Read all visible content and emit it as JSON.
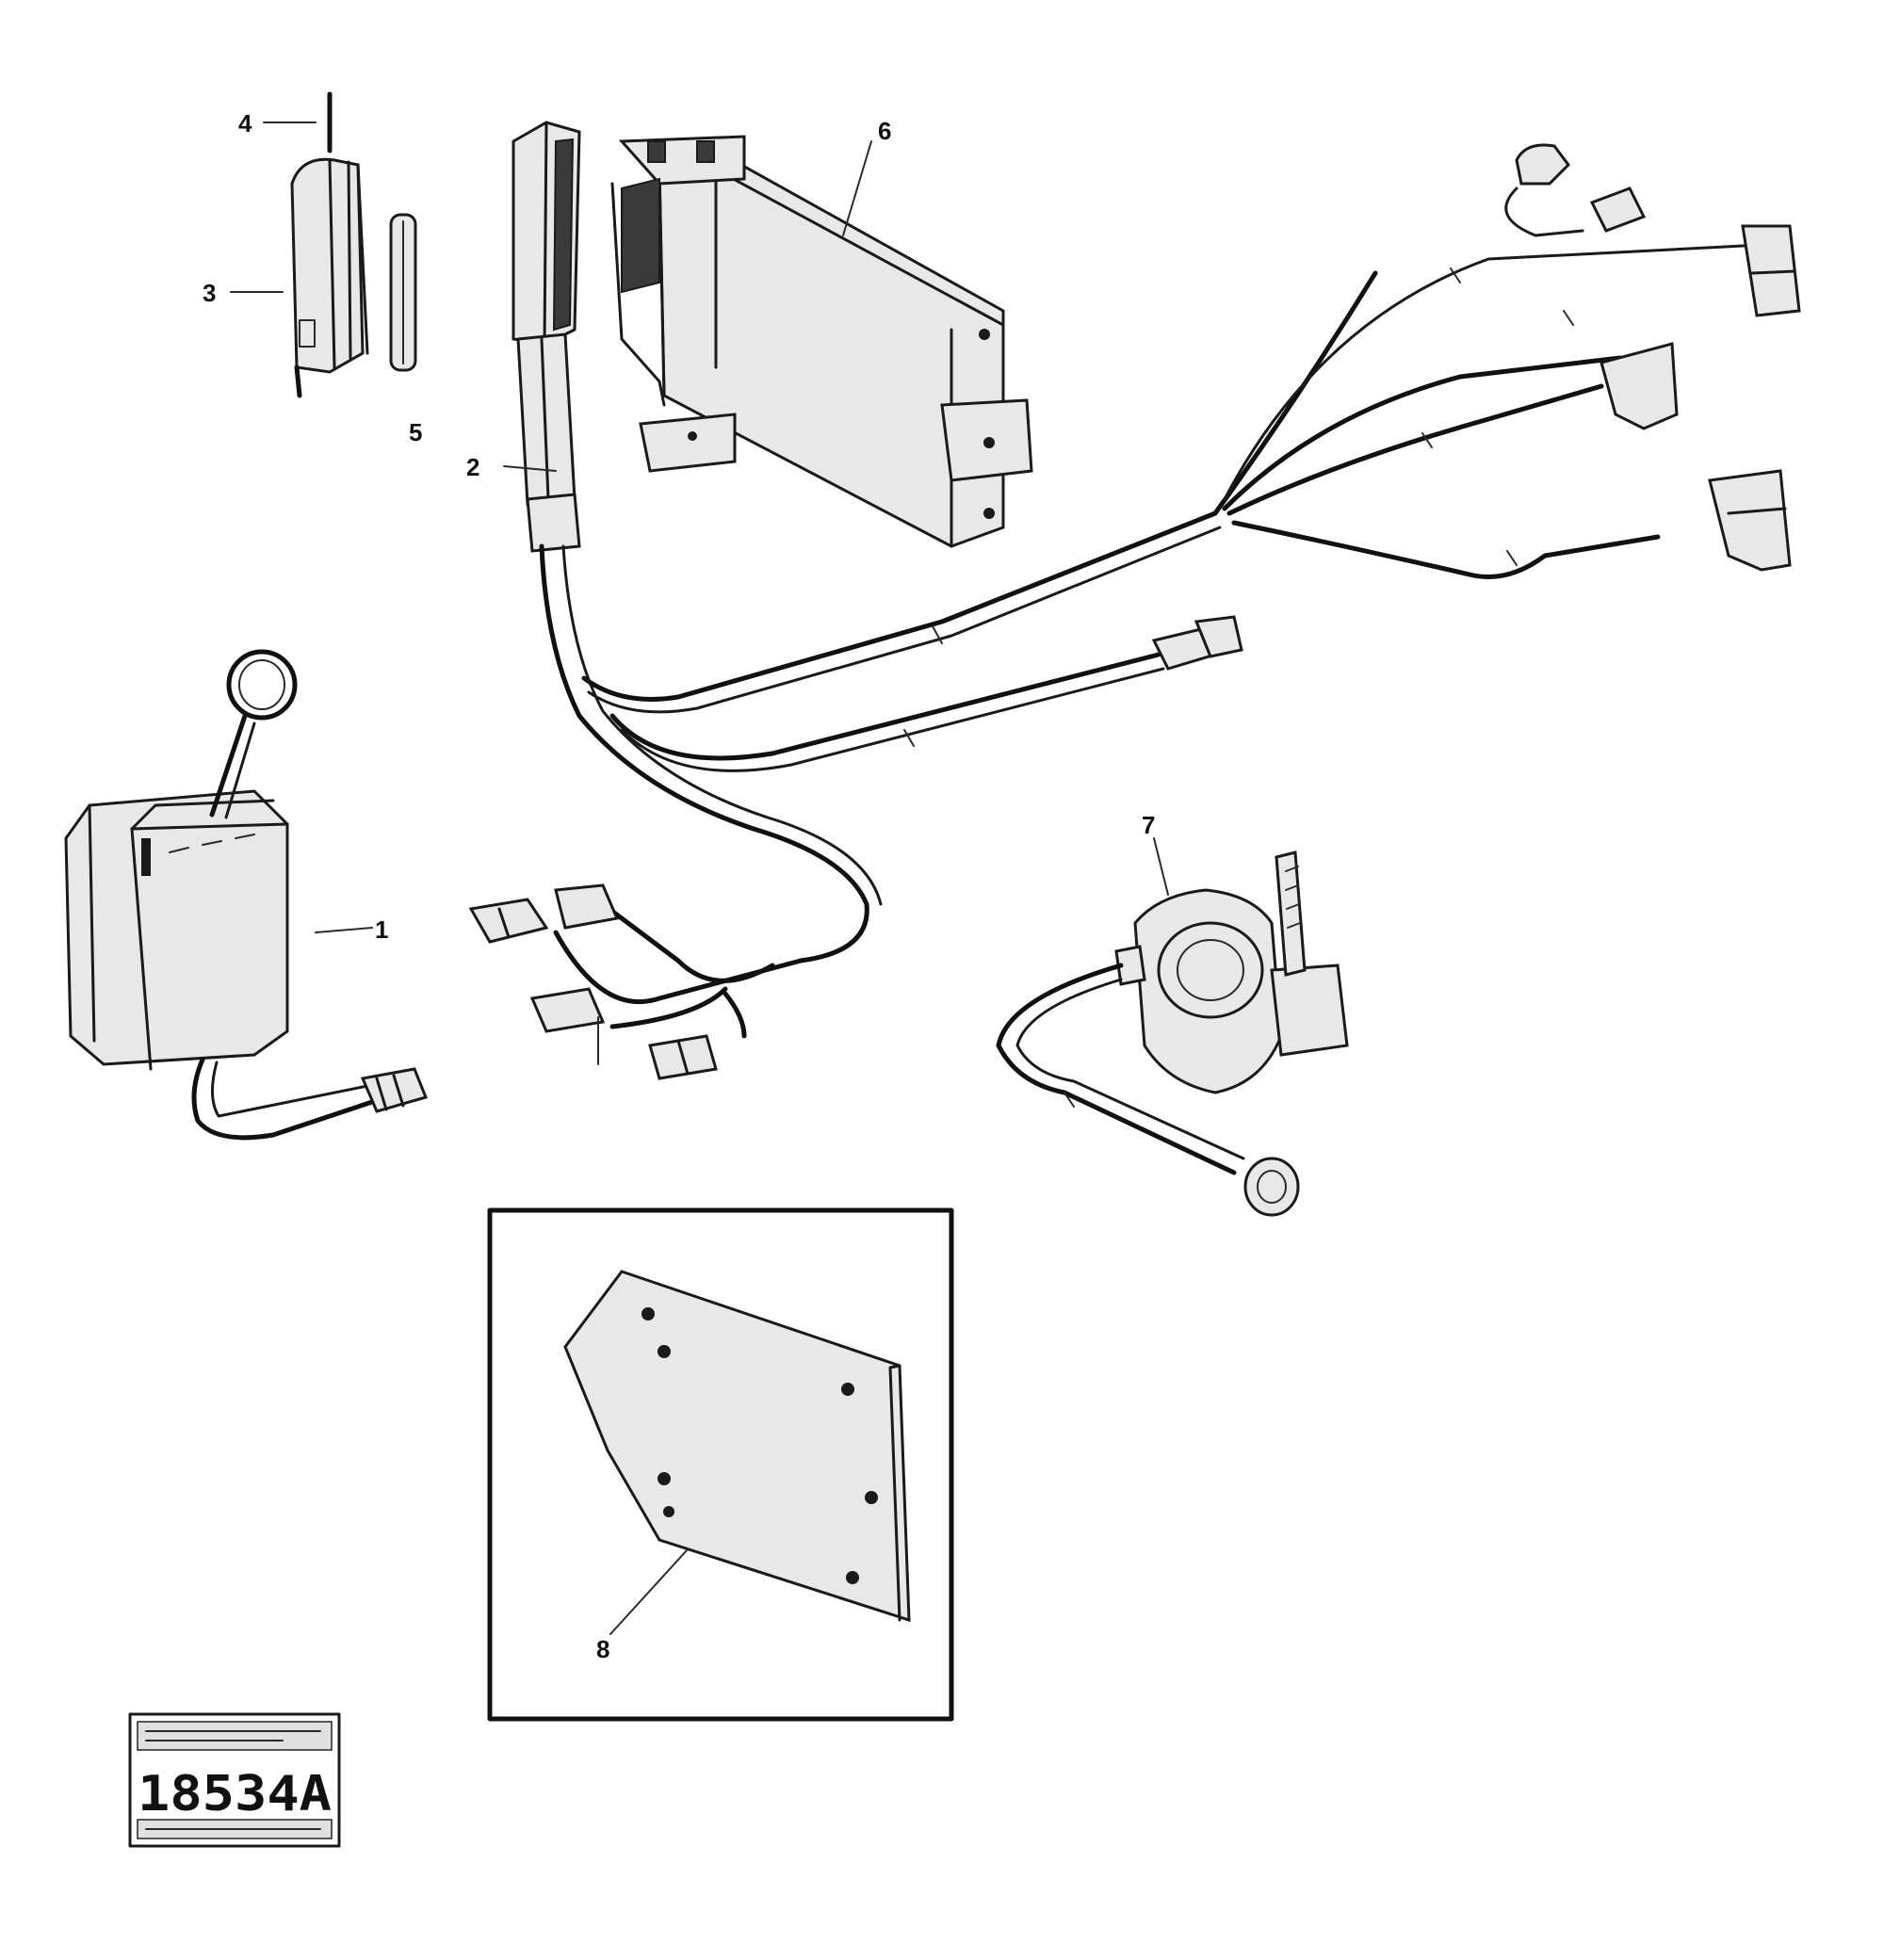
{
  "callouts": [
    {
      "id": "1",
      "text": "1"
    },
    {
      "id": "2",
      "text": "2"
    },
    {
      "id": "3",
      "text": "3"
    },
    {
      "id": "4",
      "text": "4"
    },
    {
      "id": "5",
      "text": "5"
    },
    {
      "id": "6",
      "text": "6"
    },
    {
      "id": "7",
      "text": "7"
    },
    {
      "id": "8",
      "text": "8"
    }
  ],
  "stamp": {
    "number": "18534A"
  }
}
